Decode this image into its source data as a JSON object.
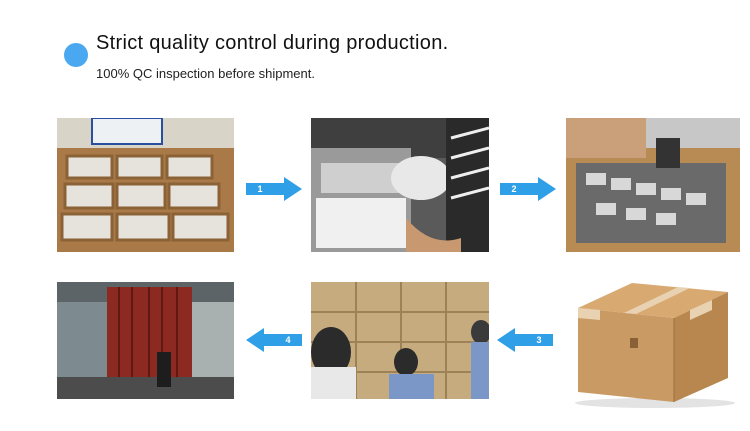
{
  "header": {
    "title": "Strict quality control during production.",
    "subtitle": "100% QC inspection before shipment."
  },
  "steps": [
    {
      "number": "1"
    },
    {
      "number": "2"
    },
    {
      "number": "3"
    },
    {
      "number": "4"
    }
  ],
  "colors": {
    "accent_dot": "#49a8f0",
    "arrow": "#2f9fe8",
    "carton": "#c99a63"
  }
}
